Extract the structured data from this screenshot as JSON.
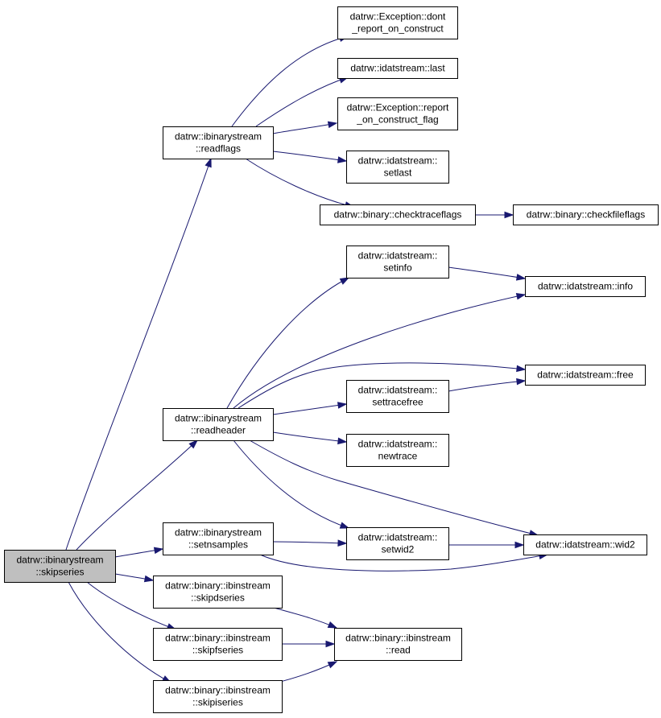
{
  "graph": {
    "root": "skipseries",
    "nodes": [
      {
        "id": "skipseries",
        "lines": [
          "datrw::ibinarystream",
          "::skipseries"
        ],
        "highlighted": true
      },
      {
        "id": "readflags",
        "lines": [
          "datrw::ibinarystream",
          "::readflags"
        ]
      },
      {
        "id": "dont_report",
        "lines": [
          "datrw::Exception::dont",
          "_report_on_construct"
        ]
      },
      {
        "id": "last",
        "lines": [
          "datrw::idatstream::last"
        ]
      },
      {
        "id": "report_flag",
        "lines": [
          "datrw::Exception::report",
          "_on_construct_flag"
        ]
      },
      {
        "id": "setlast",
        "lines": [
          "datrw::idatstream::",
          "setlast"
        ]
      },
      {
        "id": "checktraceflags",
        "lines": [
          "datrw::binary::checktraceflags"
        ]
      },
      {
        "id": "checkfileflags",
        "lines": [
          "datrw::binary::checkfileflags"
        ]
      },
      {
        "id": "setinfo",
        "lines": [
          "datrw::idatstream::",
          "setinfo"
        ]
      },
      {
        "id": "info",
        "lines": [
          "datrw::idatstream::info"
        ]
      },
      {
        "id": "readheader",
        "lines": [
          "datrw::ibinarystream",
          "::readheader"
        ]
      },
      {
        "id": "free",
        "lines": [
          "datrw::idatstream::free"
        ]
      },
      {
        "id": "settracefree",
        "lines": [
          "datrw::idatstream::",
          "settracefree"
        ]
      },
      {
        "id": "newtrace",
        "lines": [
          "datrw::idatstream::",
          "newtrace"
        ]
      },
      {
        "id": "setnsamples",
        "lines": [
          "datrw::ibinarystream",
          "::setnsamples"
        ]
      },
      {
        "id": "setwid2",
        "lines": [
          "datrw::idatstream::",
          "setwid2"
        ]
      },
      {
        "id": "wid2",
        "lines": [
          "datrw::idatstream::wid2"
        ]
      },
      {
        "id": "skipdseries",
        "lines": [
          "datrw::binary::ibinstream",
          "::skipdseries"
        ]
      },
      {
        "id": "read",
        "lines": [
          "datrw::binary::ibinstream",
          "::read"
        ]
      },
      {
        "id": "skipfseries",
        "lines": [
          "datrw::binary::ibinstream",
          "::skipfseries"
        ]
      },
      {
        "id": "skipiseries",
        "lines": [
          "datrw::binary::ibinstream",
          "::skipiseries"
        ]
      }
    ],
    "edges": [
      {
        "from": "skipseries",
        "to": "readflags"
      },
      {
        "from": "skipseries",
        "to": "readheader"
      },
      {
        "from": "skipseries",
        "to": "setnsamples"
      },
      {
        "from": "skipseries",
        "to": "skipdseries"
      },
      {
        "from": "skipseries",
        "to": "skipfseries"
      },
      {
        "from": "skipseries",
        "to": "skipiseries"
      },
      {
        "from": "readflags",
        "to": "dont_report"
      },
      {
        "from": "readflags",
        "to": "last"
      },
      {
        "from": "readflags",
        "to": "report_flag"
      },
      {
        "from": "readflags",
        "to": "setlast"
      },
      {
        "from": "readflags",
        "to": "checktraceflags"
      },
      {
        "from": "checktraceflags",
        "to": "checkfileflags"
      },
      {
        "from": "setinfo",
        "to": "info"
      },
      {
        "from": "readheader",
        "to": "setinfo"
      },
      {
        "from": "readheader",
        "to": "info"
      },
      {
        "from": "readheader",
        "to": "free"
      },
      {
        "from": "readheader",
        "to": "settracefree"
      },
      {
        "from": "readheader",
        "to": "newtrace"
      },
      {
        "from": "readheader",
        "to": "setwid2"
      },
      {
        "from": "readheader",
        "to": "wid2"
      },
      {
        "from": "settracefree",
        "to": "free"
      },
      {
        "from": "setnsamples",
        "to": "setwid2"
      },
      {
        "from": "setnsamples",
        "to": "wid2"
      },
      {
        "from": "setwid2",
        "to": "wid2"
      },
      {
        "from": "skipdseries",
        "to": "read"
      },
      {
        "from": "skipfseries",
        "to": "read"
      },
      {
        "from": "skipiseries",
        "to": "read"
      }
    ]
  },
  "colors": {
    "edge": "#191970",
    "root_fill": "#bfbfbf",
    "node_fill": "#ffffff",
    "border": "#000000"
  }
}
